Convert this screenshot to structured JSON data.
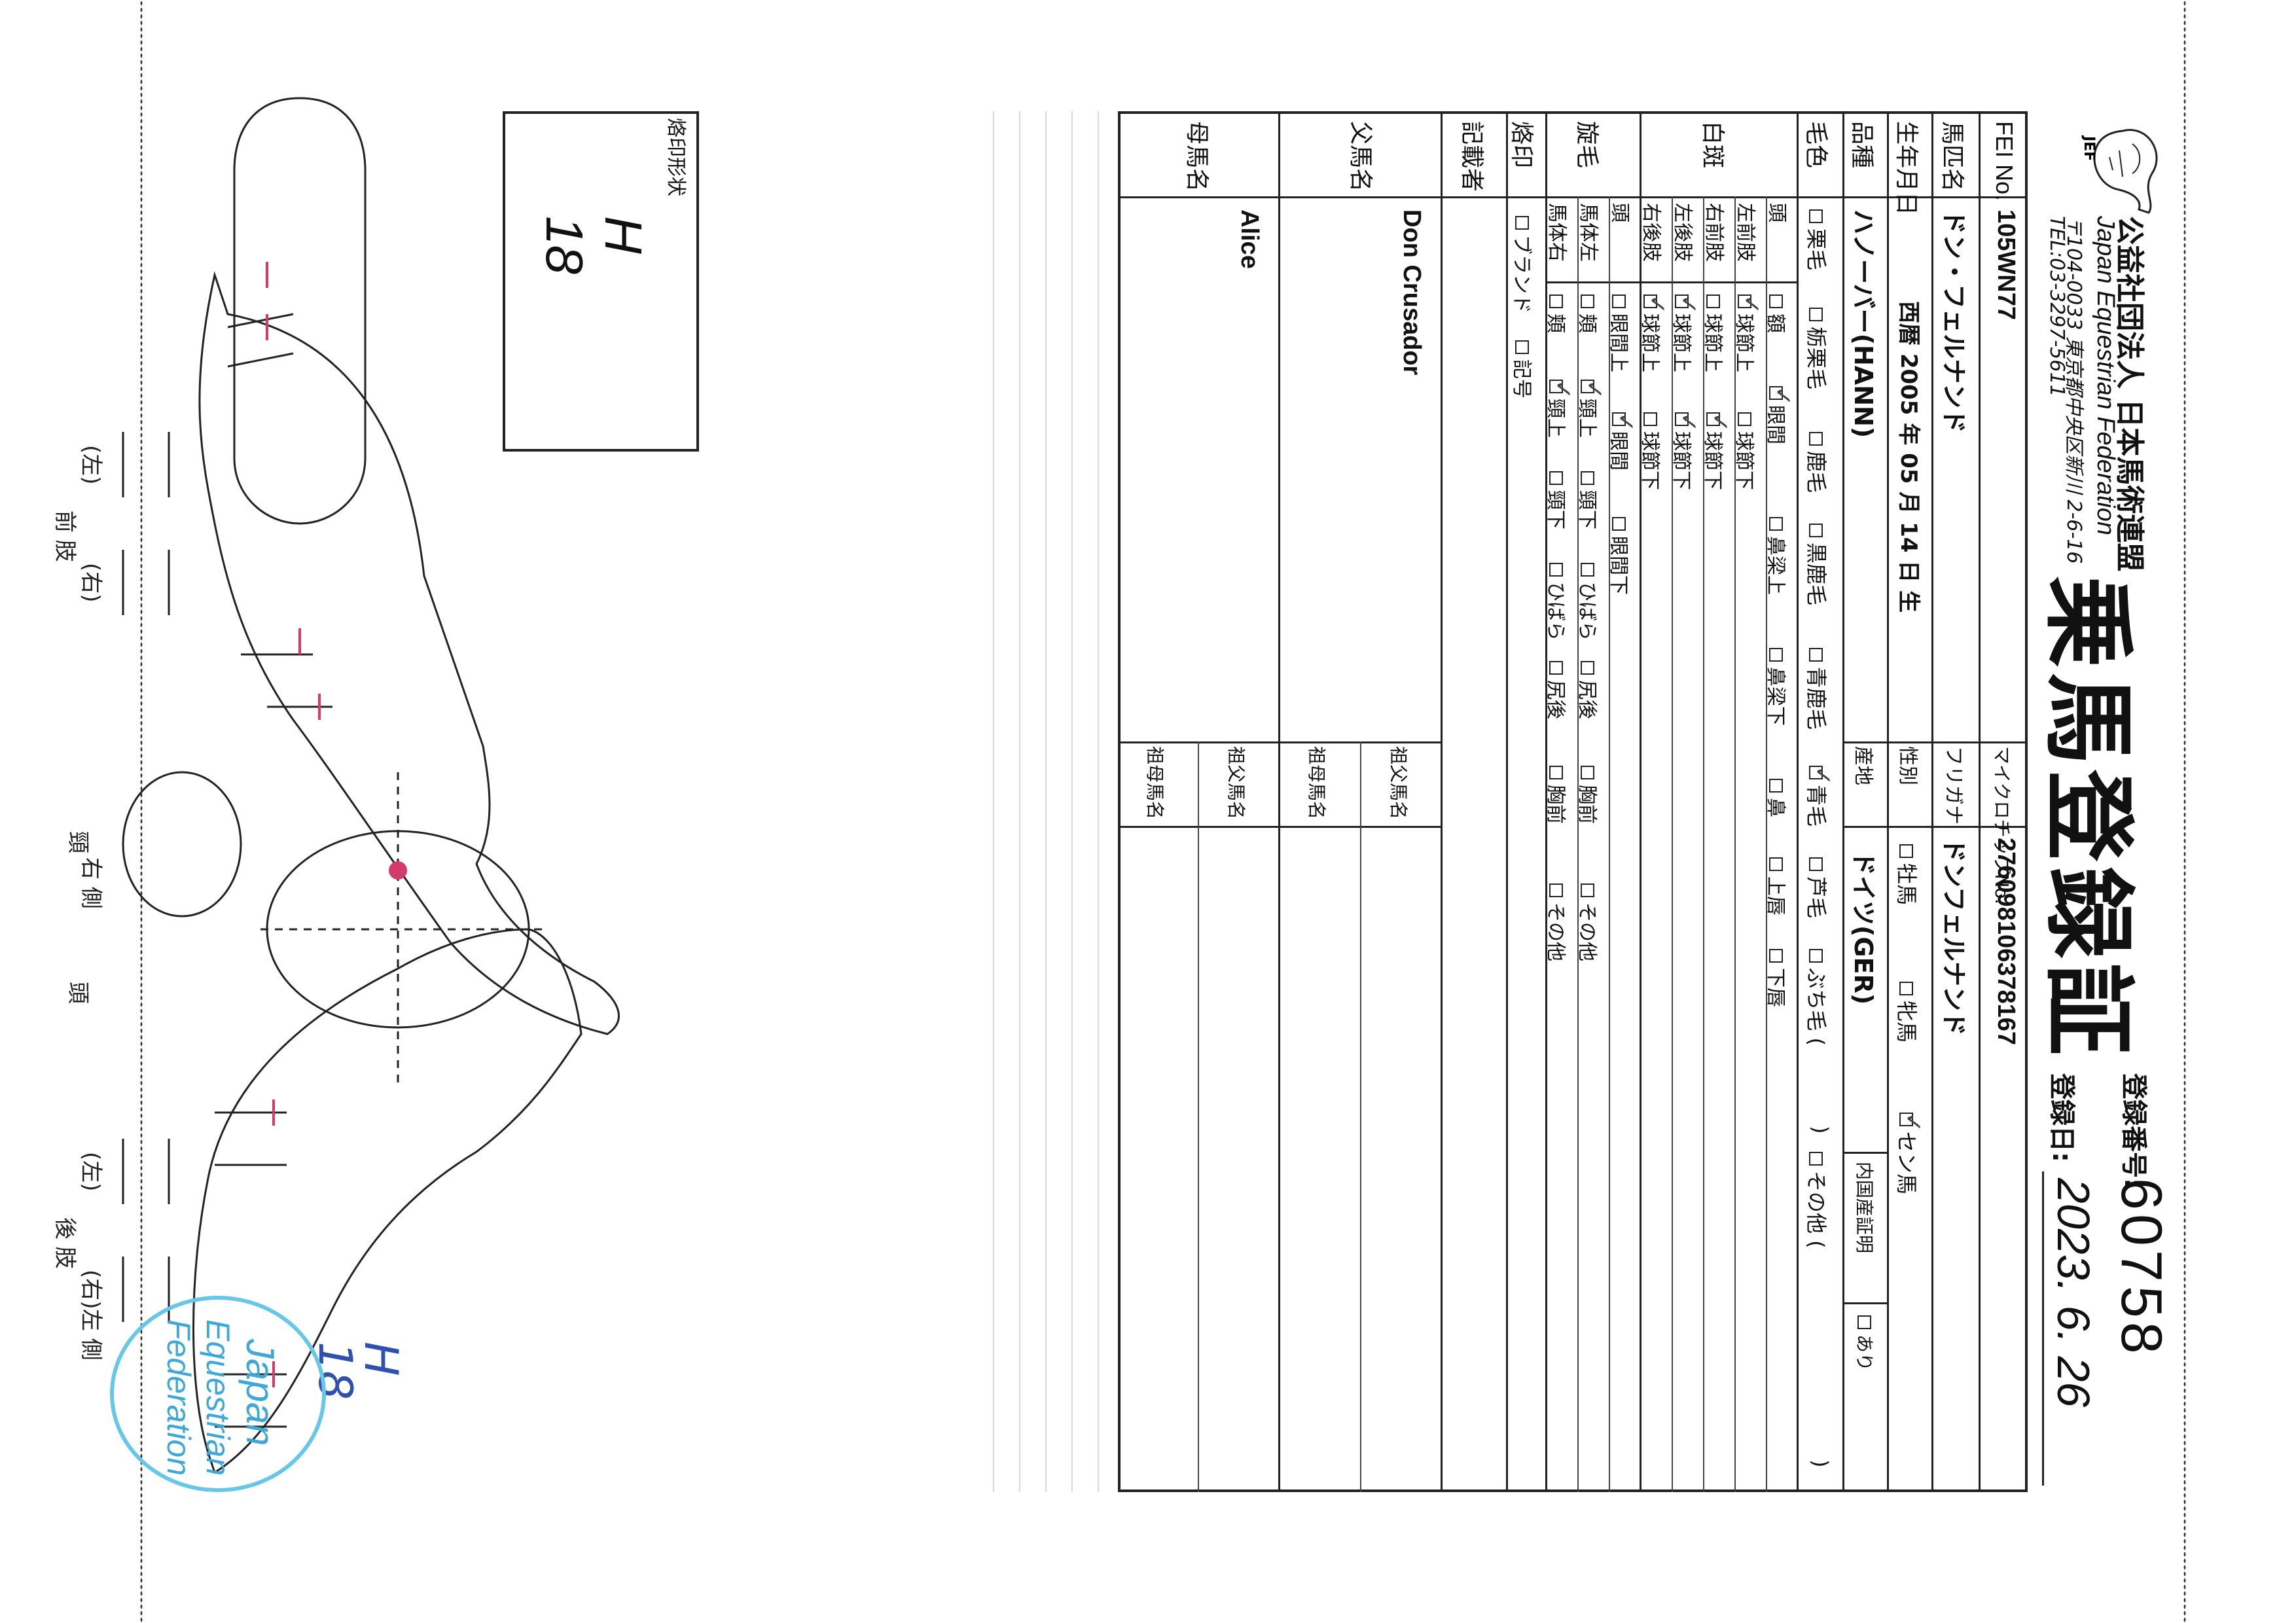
{
  "header": {
    "org_name_ja": "公益社団法人 日本馬術連盟",
    "org_name_en": "Japan Equestrian Federation",
    "address": "〒104-0033 東京都中央区新川 2-6-16",
    "tel": "TEL:03-3297-5611",
    "logo_text": "JEF",
    "doc_title": "乗馬登録証",
    "reg_no_label": "登録番号:",
    "reg_no": "60758",
    "reg_date_label": "登録日:",
    "reg_date": "2023. 6. 26"
  },
  "form": {
    "fei": {
      "label": "FEI No.",
      "value": "105WN77",
      "chip_label": "マイクロチップNo.",
      "chip_value": "276098106378167"
    },
    "name": {
      "label": "馬匹名",
      "value": "ドン・フェルナンド",
      "furigana_label": "フリガナ",
      "furigana_value": "ドンフェルナンド"
    },
    "birth": {
      "label": "生年月日",
      "value": "西暦 2005 年 05 月 14 日 生",
      "sex_label": "性別",
      "sex_options": [
        "牡馬",
        "牝馬",
        "セン馬"
      ],
      "sex_selected": "セン馬"
    },
    "breed": {
      "label": "品種",
      "value": "ハノーバー(HANN)",
      "origin_label": "産地",
      "origin_value": "ドイツ(GER)",
      "domestic_label": "内国産証明",
      "domestic_option": "あり"
    },
    "color": {
      "label": "毛色",
      "options": [
        "栗毛",
        "栃栗毛",
        "鹿毛",
        "黒鹿毛",
        "青鹿毛",
        "青毛",
        "芦毛",
        "ぶち毛 (",
        ")",
        "その他 (",
        ")"
      ],
      "selected": "青毛"
    },
    "white": {
      "label": "白斑",
      "rows": [
        {
          "part": "頭",
          "options": [
            "額",
            "眼間",
            "鼻梁上",
            "鼻梁下",
            "鼻",
            "上唇",
            "下唇"
          ]
        },
        {
          "part": "左前肢",
          "options": [
            "球節上",
            "球節下"
          ]
        },
        {
          "part": "右前肢",
          "options": [
            "球節上",
            "球節下"
          ]
        },
        {
          "part": "左後肢",
          "options": [
            "球節上",
            "球節下"
          ]
        },
        {
          "part": "右後肢",
          "options": [
            "球節上",
            "球節下"
          ]
        }
      ]
    },
    "whorl": {
      "label": "旋毛",
      "rows": [
        {
          "part": "頭",
          "options": [
            "眼間上",
            "眼間",
            "眼間下"
          ]
        },
        {
          "part": "馬体左",
          "options": [
            "頬",
            "頸上",
            "頸下",
            "ひばら",
            "尻後",
            "胸前",
            "その他"
          ]
        },
        {
          "part": "馬体右",
          "options": [
            "頬",
            "頸上",
            "頸下",
            "ひばら",
            "尻後",
            "胸前",
            "その他"
          ]
        }
      ]
    },
    "brand": {
      "label": "烙印",
      "options": [
        "ブランド",
        "記号"
      ]
    },
    "recorder": {
      "label": "記載者"
    },
    "sire": {
      "label": "父馬名",
      "value": "Don Crusador",
      "gs_label": "祖父馬名",
      "gd_label": "祖母馬名"
    },
    "dam": {
      "label": "母馬名",
      "value": "Alice",
      "gs_label": "祖父馬名",
      "gd_label": "祖母馬名"
    }
  },
  "brand_box": {
    "label": "烙印形状",
    "mark1": "H",
    "mark2": "18"
  },
  "diagram": {
    "right_side": "右 側",
    "left_side": "左 側",
    "head": "頭",
    "neck": "頸",
    "fore_limbs": "前 肢",
    "hind_limbs": "後 肢",
    "limb_left": "(左)",
    "limb_right": "(右)",
    "left_mark_1": "H",
    "left_mark_2": "18"
  },
  "stamp": {
    "line1": "Japan",
    "line2": "Equestrian",
    "line3": "Federation"
  }
}
